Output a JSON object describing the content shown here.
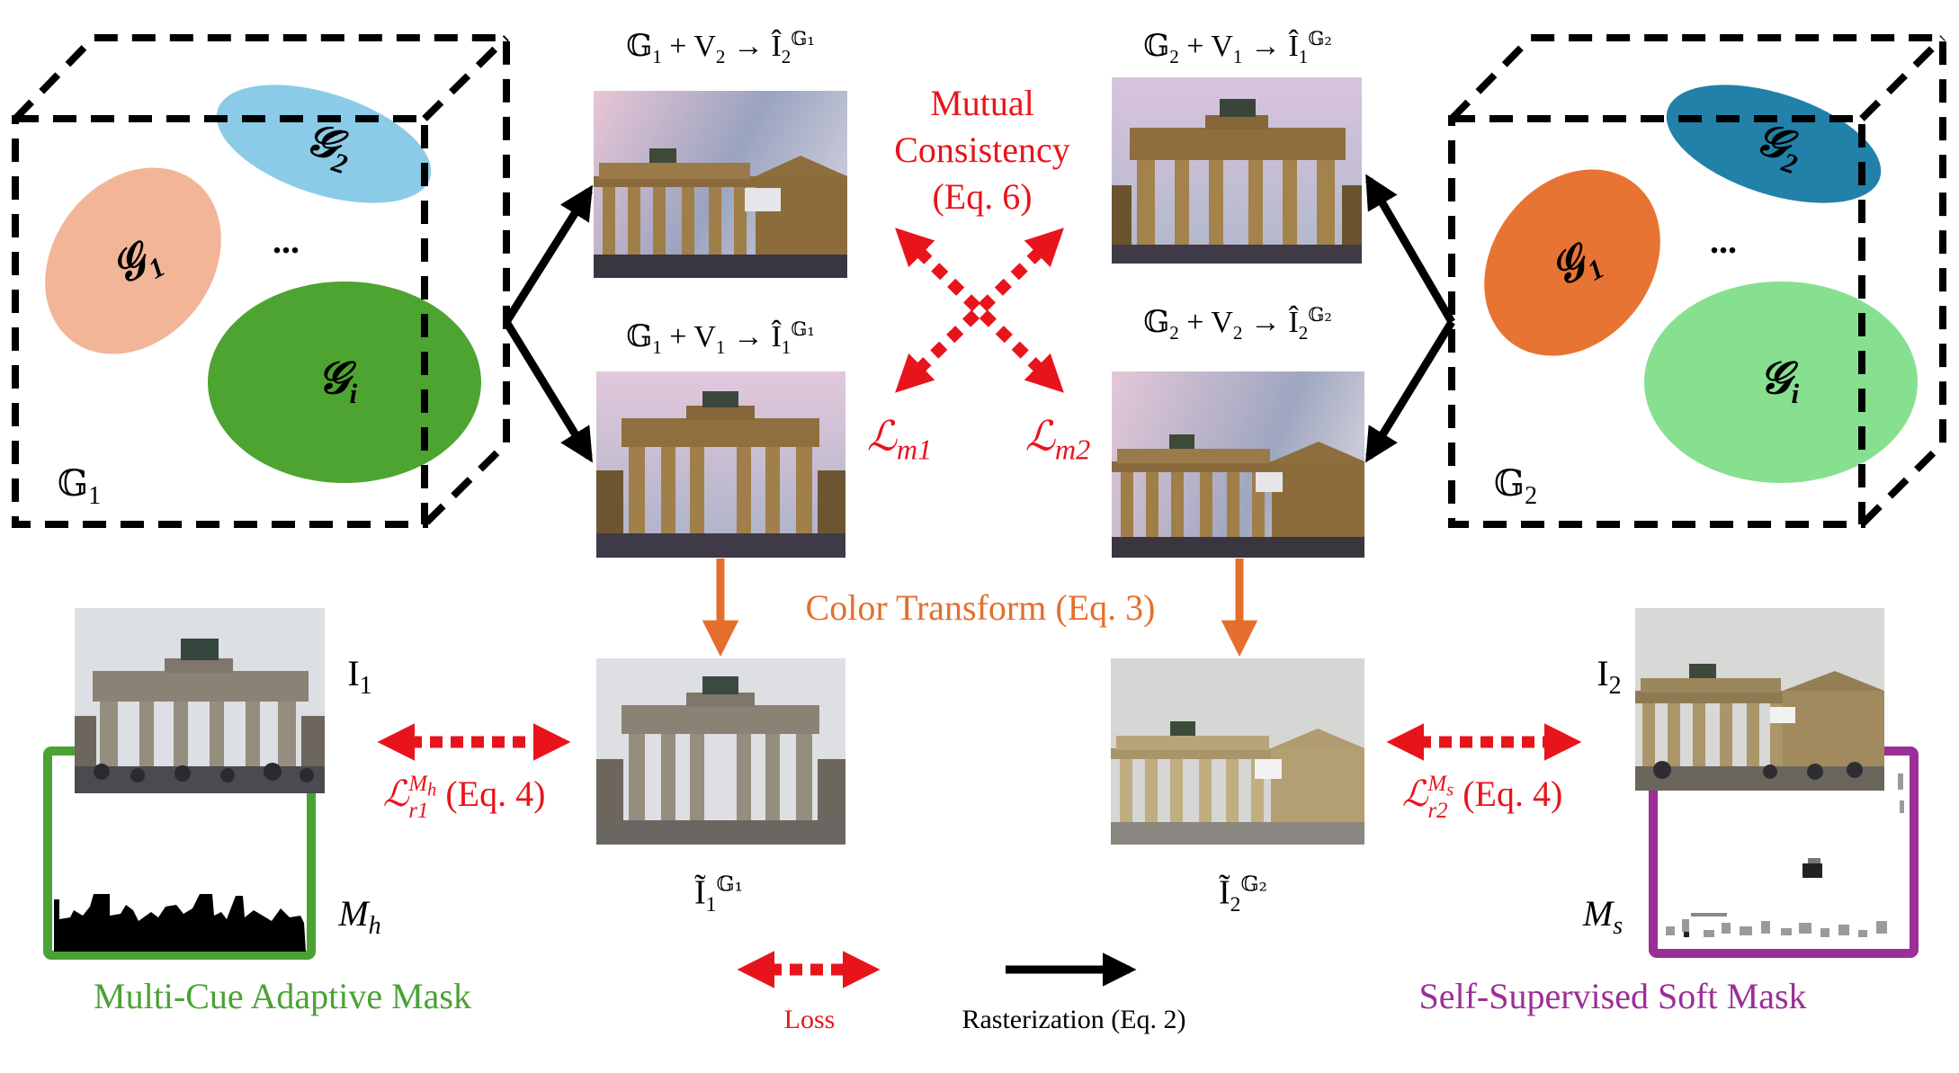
{
  "colors": {
    "loss_red": "#e8141c",
    "color_transform_orange": "#e46f2d",
    "adaptive_mask_green": "#4aa235",
    "soft_mask_purple": "#9b2f96",
    "legend_bg": "#ebebeb",
    "g1_left_ellipse": "#f2b598",
    "g2_left_ellipse": "#8bcbe8",
    "gi_left_ellipse": "#4ea431",
    "g1_right_ellipse": "#e87434",
    "g2_right_ellipse": "#2281a8",
    "gi_right_ellipse": "#86e090"
  },
  "left_cube": {
    "label_main": "𝔾",
    "label_sub": "1",
    "gaussians": [
      {
        "id": "g1",
        "symbol": "𝒢",
        "sub": "1"
      },
      {
        "id": "g2",
        "symbol": "𝒢",
        "sub": "2"
      },
      {
        "id": "gi",
        "symbol": "𝒢",
        "sub": "i"
      }
    ],
    "ellipsis": "..."
  },
  "right_cube": {
    "label_main": "𝔾",
    "label_sub": "2",
    "gaussians": [
      {
        "id": "g1",
        "symbol": "𝒢",
        "sub": "1"
      },
      {
        "id": "g2",
        "symbol": "𝒢",
        "sub": "2"
      },
      {
        "id": "gi",
        "symbol": "𝒢",
        "sub": "i"
      }
    ],
    "ellipsis": "..."
  },
  "renders": {
    "g1_v2": {
      "lhs": "𝔾",
      "lhs_sub": "1",
      "plus": "+ V",
      "v_sub": "2",
      "arrow": "→ Î",
      "out_sub": "2",
      "out_sup": "𝔾₁"
    },
    "g1_v1": {
      "lhs": "𝔾",
      "lhs_sub": "1",
      "plus": "+ V",
      "v_sub": "1",
      "arrow": "→ Î",
      "out_sub": "1",
      "out_sup": "𝔾₁"
    },
    "g2_v1": {
      "lhs": "𝔾",
      "lhs_sub": "2",
      "plus": "+ V",
      "v_sub": "1",
      "arrow": "→ Î",
      "out_sub": "1",
      "out_sup": "𝔾₂"
    },
    "g2_v2": {
      "lhs": "𝔾",
      "lhs_sub": "2",
      "plus": "+ V",
      "v_sub": "2",
      "arrow": "→ Î",
      "out_sub": "2",
      "out_sup": "𝔾₂"
    }
  },
  "mutual_consistency": {
    "line1": "Mutual",
    "line2": "Consistency",
    "line3": "(Eq. 6)",
    "loss_m1": {
      "symbol": "ℒ",
      "sub": "m1"
    },
    "loss_m2": {
      "symbol": "ℒ",
      "sub": "m2"
    }
  },
  "color_transform": {
    "label": "Color Transform (Eq. 3)"
  },
  "transformed": {
    "left": {
      "base": "Ĩ",
      "sub": "1",
      "sup": "𝔾₁"
    },
    "right": {
      "base": "Ĩ",
      "sub": "2",
      "sup": "𝔾₂"
    }
  },
  "reconstruction_losses": {
    "left": {
      "symbol": "ℒ",
      "sub": "r1",
      "sup": "M",
      "sup_sub": "h",
      "eq": "(Eq. 4)"
    },
    "right": {
      "symbol": "ℒ",
      "sub": "r2",
      "sup": "M",
      "sup_sub": "s",
      "eq": "(Eq. 4)"
    }
  },
  "inputs": {
    "left": {
      "label": "I",
      "sub": "1",
      "mask_label": "M",
      "mask_sub": "h",
      "caption": "Multi-Cue Adaptive Mask"
    },
    "right": {
      "label": "I",
      "sub": "2",
      "mask_label": "M",
      "mask_sub": "s",
      "caption": "Self-Supervised Soft Mask"
    }
  },
  "legend": {
    "loss_label": "Loss",
    "raster_label": "Rasterization (Eq. 2)"
  }
}
